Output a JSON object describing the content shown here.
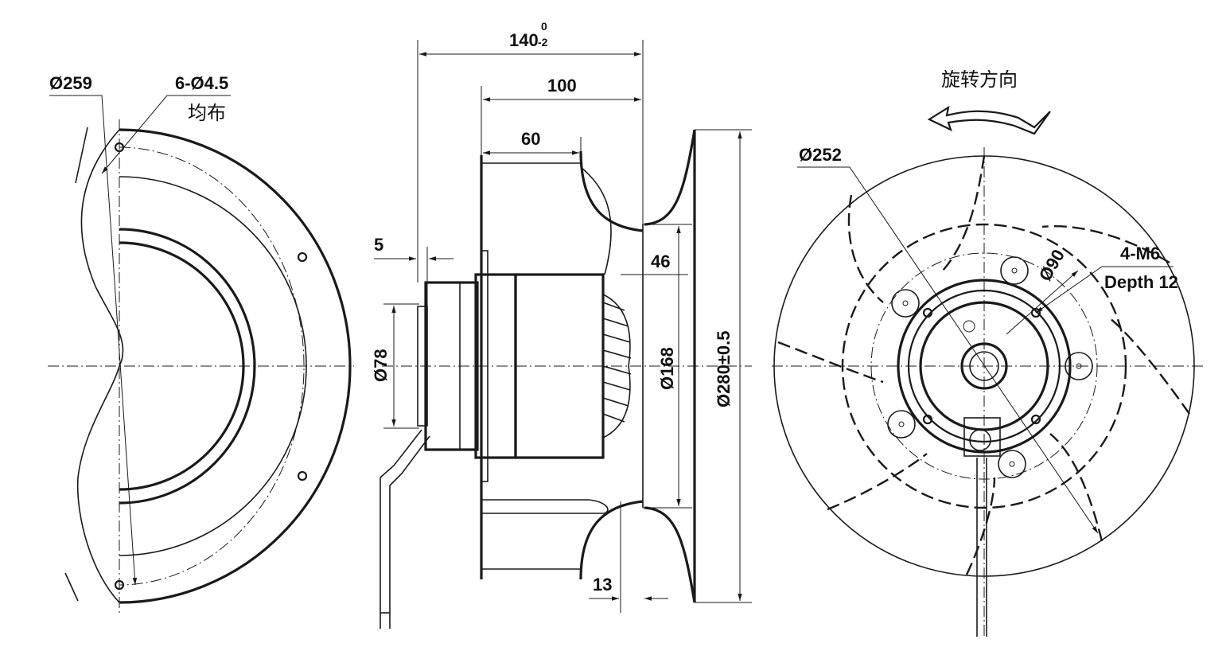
{
  "labels": {
    "left_outer_diameter": "Ø259",
    "left_holes": "6-Ø4.5",
    "left_holes_note": "均布",
    "side_overall_width": "140",
    "side_overall_tol_upper": "0",
    "side_overall_tol_lower": "-2",
    "side_width_100": "100",
    "side_width_60": "60",
    "side_width_5": "5",
    "side_width_46": "46",
    "side_width_13": "13",
    "side_dia_78": "Ø78",
    "side_dia_168": "Ø168",
    "side_dia_280": "Ø280±0.5",
    "rotation_direction": "旋转方向",
    "front_dia_252": "Ø252",
    "front_dia_90": "Ø90",
    "front_threads": "4-M6",
    "front_thread_depth": "Depth 12"
  },
  "colors": {
    "line": "#1a1a1a",
    "background": "#ffffff"
  }
}
